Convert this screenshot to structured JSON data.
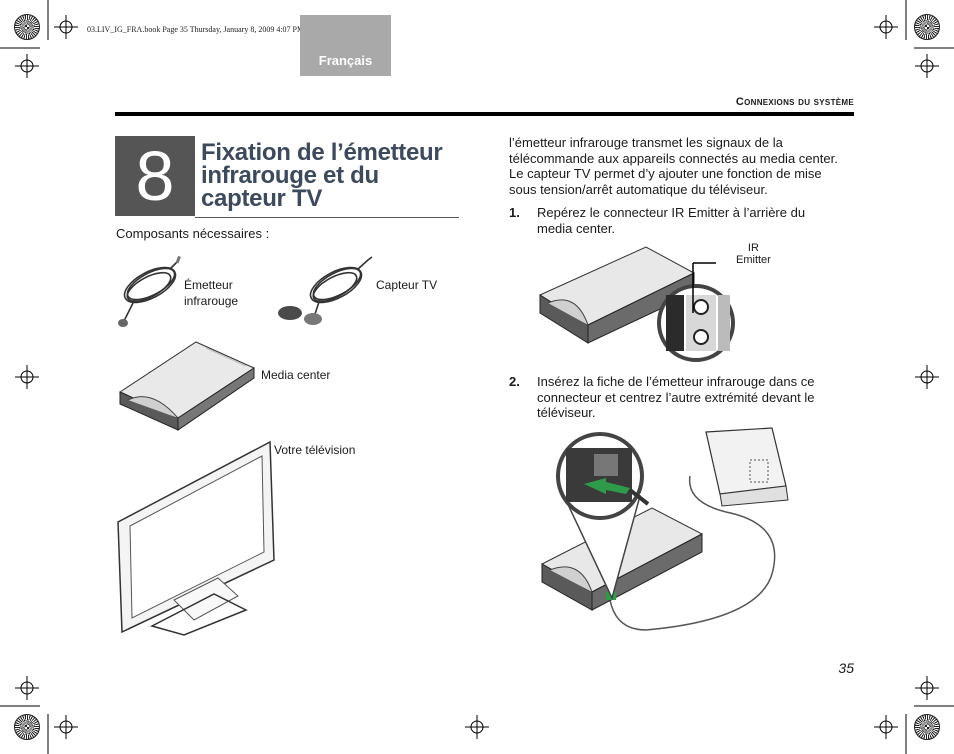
{
  "book_header": "03.LIV_IG_FRA.book  Page 35  Thursday, January 8, 2009  4:07 PM",
  "language_tab": "Français",
  "section_header": "Connexions du système",
  "step": {
    "number": "8",
    "title_line1": "Fixation de l’émetteur",
    "title_line2": "infrarouge et du",
    "title_line3": "capteur TV"
  },
  "components": {
    "heading": "Composants nécessaires :",
    "emitter_line1": "Émetteur",
    "emitter_line2": "infrarouge",
    "tv_sensor": "Capteur TV",
    "media_center": "Media center",
    "television": "Votre télévision"
  },
  "intro": {
    "line1": "l’émetteur infrarouge transmet les signaux de la",
    "line2": "télécommande aux appareils connectés au media center.",
    "line3": "Le capteur TV permet d’y ajouter une fonction de mise",
    "line4": "sous tension/arrêt automatique du téléviseur."
  },
  "steps": [
    {
      "num": "1.",
      "line1": "Repérez le connecteur IR Emitter à l’arrière du",
      "line2": "media center."
    },
    {
      "num": "2.",
      "line1": "Insérez la fiche de l’émetteur infrarouge dans ce",
      "line2": "connecteur et centrez l’autre extrémité devant le",
      "line3": "téléviseur."
    }
  ],
  "ir_callout": {
    "line1": "IR",
    "line2": "Emitter"
  },
  "page_number": "35",
  "colors": {
    "title": "#3d4a5e",
    "step_box": "#555555",
    "tab": "#a9a9a9",
    "connector_arrow": "#2e9b4a"
  }
}
